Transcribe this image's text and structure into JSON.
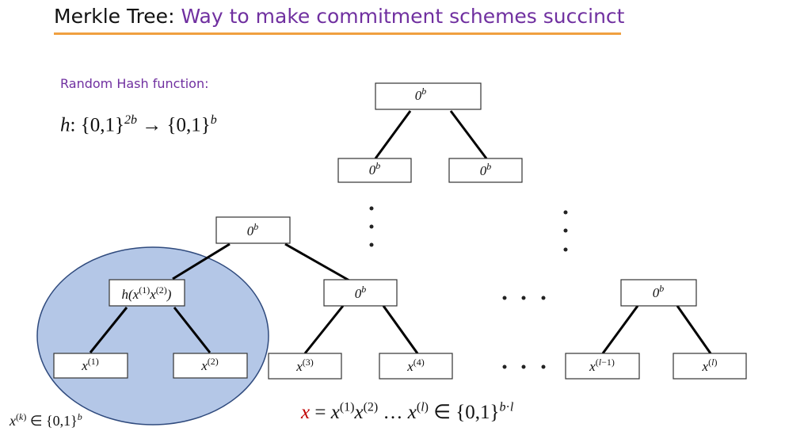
{
  "header": {
    "title_prefix": "Merkle Tree: ",
    "title_accent": "Way to make commitment schemes succinct"
  },
  "left_panel": {
    "label": "Random Hash function:",
    "hash_function": "h: {0,1}^{2b} → {0,1}^b",
    "leaf_domain": "x^{(k)} ∈ {0,1}^b"
  },
  "bottom_formula": {
    "lhs": "x",
    "rhs": " = x^{(1)}x^{(2)} … x^{(l)} ∈ {0,1}^{b·l}"
  },
  "nodes": {
    "top_root": "0^b",
    "top_left": "0^b",
    "top_right": "0^b",
    "subtree_root": "0^b",
    "hash_node": "h(x^{(1)}x^{(2)})",
    "mid_node": "0^b",
    "right_node": "0^b",
    "leaf1": "x^{(1)}",
    "leaf2": "x^{(2)}",
    "leaf3": "x^{(3)}",
    "leaf4": "x^{(4)}",
    "leaf_l_minus_1": "x^{(l−1)}",
    "leaf_l": "x^{(l)}"
  },
  "colors": {
    "title_accent": "#7030a0",
    "rule": "#f0a040",
    "highlight_fill": "#b4c7e7",
    "highlight_stroke": "#2f4a7d",
    "x_red": "#c00000"
  }
}
